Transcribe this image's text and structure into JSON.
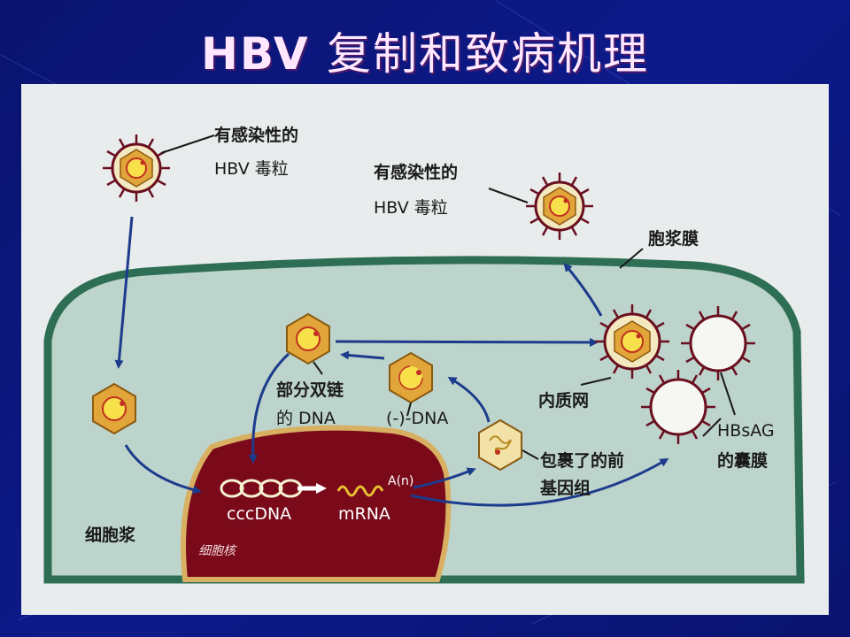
{
  "slide": {
    "title_latin": "HBV",
    "title_cjk": "复制和致病机理",
    "colors": {
      "background": "#0b1478",
      "title": "#ffe8ff",
      "figure_bg": "#e8ecec",
      "cytoplasm": "#bdd4cc",
      "membrane": "#2e6e55",
      "nucleus": "#7a0a1a",
      "nuclear_rim": "#d9b062",
      "capsid": "#e2a53a",
      "spike": "#6a0f1f",
      "arrow": "#1c3b8c"
    }
  },
  "diagram": {
    "labels": {
      "virion_in_line1": "有感染性的",
      "virion_in_line2": "HBV 毒粒",
      "virion_out_line1": "有感染性的",
      "virion_out_line2": "HBV 毒粒",
      "cell_membrane": "胞浆膜",
      "partial_dsdna_line1": "部分双链",
      "partial_dsdna_line2": "的 DNA",
      "minus_dna": "(-)-DNA",
      "er": "内质网",
      "hbsag_line1": "HBsAG",
      "hbsag_line2": "的囊膜",
      "packaged_pregenome_line1": "包裹了的前",
      "packaged_pregenome_line2": "基因组",
      "cccdna": "cccDNA",
      "mrna": "mRNA",
      "polya": "A(n)",
      "cytoplasm": "细胞浆",
      "nucleus": "细胞核"
    },
    "icons": {
      "virion": "hbv-virion-icon",
      "capsid": "nucleocapsid-icon",
      "envelope": "hbsag-envelope-icon"
    }
  }
}
